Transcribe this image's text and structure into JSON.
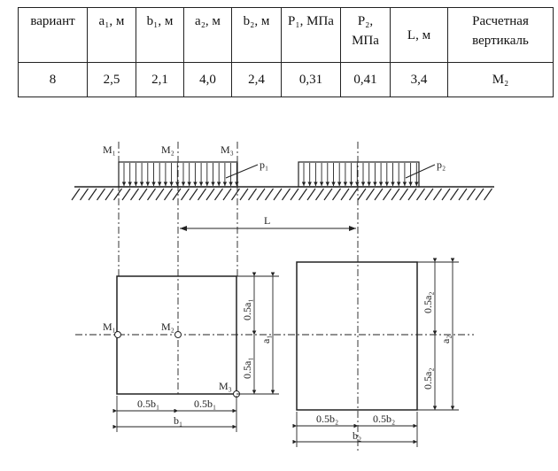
{
  "table": {
    "headers": [
      "вариант",
      "a₁, м",
      "b₁, м",
      "a₂, м",
      "b₂, м",
      "P₁, МПа",
      "P₂, МПа",
      "L, м",
      "Расчетная вертикаль"
    ],
    "row": [
      "8",
      "2,5",
      "2,1",
      "4,0",
      "2,4",
      "0,31",
      "0,41",
      "3,4",
      "M₂"
    ]
  },
  "diagram": {
    "labels": {
      "m1": "M₁",
      "m2": "M₂",
      "m3": "M₃",
      "p1": "p₁",
      "p2": "p₂",
      "L": "L",
      "half_a1": "0.5a₁",
      "a1": "a₁",
      "half_a2": "0.5a₂",
      "a2": "a₂",
      "half_b1": "0.5b₁",
      "b1": "b₁",
      "half_b2": "0.5b₂",
      "b2": "b₂"
    }
  }
}
